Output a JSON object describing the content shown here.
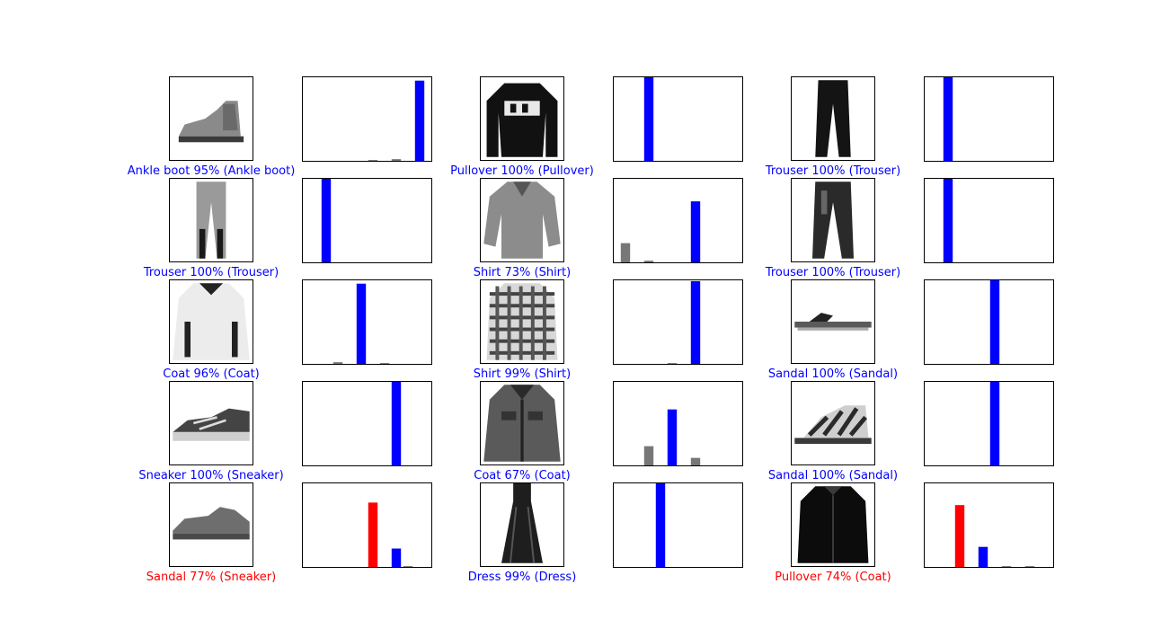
{
  "chart_data": [
    {
      "type": "bar",
      "image": "ankle-boot",
      "predicted": "Ankle boot",
      "confidence": "95%",
      "true_label": "Ankle boot",
      "correct": true,
      "values": [
        0,
        0,
        0,
        0,
        0,
        0.01,
        0,
        0.02,
        0,
        0.96
      ],
      "predicted_index": 9,
      "true_index": 9,
      "ylim": [
        0,
        1
      ]
    },
    {
      "type": "bar",
      "image": "pullover-lee",
      "predicted": "Pullover",
      "confidence": "100%",
      "true_label": "Pullover",
      "correct": true,
      "values": [
        0,
        0,
        1,
        0,
        0,
        0,
        0,
        0,
        0,
        0
      ],
      "predicted_index": 2,
      "true_index": 2,
      "ylim": [
        0,
        1
      ]
    },
    {
      "type": "bar",
      "image": "trouser",
      "predicted": "Trouser",
      "confidence": "100%",
      "true_label": "Trouser",
      "correct": true,
      "values": [
        0,
        1,
        0,
        0,
        0,
        0,
        0,
        0,
        0,
        0
      ],
      "predicted_index": 1,
      "true_index": 1,
      "ylim": [
        0,
        1
      ]
    },
    {
      "type": "bar",
      "image": "trouser-light",
      "predicted": "Trouser",
      "confidence": "100%",
      "true_label": "Trouser",
      "correct": true,
      "values": [
        0,
        1,
        0,
        0,
        0,
        0,
        0,
        0,
        0,
        0
      ],
      "predicted_index": 1,
      "true_index": 1,
      "ylim": [
        0,
        1
      ]
    },
    {
      "type": "bar",
      "image": "shirt-gray",
      "predicted": "Shirt",
      "confidence": "73%",
      "true_label": "Shirt",
      "correct": true,
      "values": [
        0.23,
        0,
        0.02,
        0,
        0,
        0,
        0.73,
        0,
        0,
        0
      ],
      "predicted_index": 6,
      "true_index": 6,
      "ylim": [
        0,
        1
      ]
    },
    {
      "type": "bar",
      "image": "trouser-dark",
      "predicted": "Trouser",
      "confidence": "100%",
      "true_label": "Trouser",
      "correct": true,
      "values": [
        0,
        1,
        0,
        0,
        0,
        0,
        0,
        0,
        0,
        0
      ],
      "predicted_index": 1,
      "true_index": 1,
      "ylim": [
        0,
        1
      ]
    },
    {
      "type": "bar",
      "image": "coat-white",
      "predicted": "Coat",
      "confidence": "96%",
      "true_label": "Coat",
      "correct": true,
      "values": [
        0,
        0,
        0.02,
        0,
        0.96,
        0,
        0.01,
        0,
        0,
        0
      ],
      "predicted_index": 4,
      "true_index": 4,
      "ylim": [
        0,
        1
      ]
    },
    {
      "type": "bar",
      "image": "shirt-plaid",
      "predicted": "Shirt",
      "confidence": "99%",
      "true_label": "Shirt",
      "correct": true,
      "values": [
        0,
        0,
        0,
        0,
        0.01,
        0,
        0.99,
        0,
        0,
        0
      ],
      "predicted_index": 6,
      "true_index": 6,
      "ylim": [
        0,
        1
      ]
    },
    {
      "type": "bar",
      "image": "sandal-flat",
      "predicted": "Sandal",
      "confidence": "100%",
      "true_label": "Sandal",
      "correct": true,
      "values": [
        0,
        0,
        0,
        0,
        0,
        1,
        0,
        0,
        0,
        0
      ],
      "predicted_index": 5,
      "true_index": 5,
      "ylim": [
        0,
        1
      ]
    },
    {
      "type": "bar",
      "image": "sneaker",
      "predicted": "Sneaker",
      "confidence": "100%",
      "true_label": "Sneaker",
      "correct": true,
      "values": [
        0,
        0,
        0,
        0,
        0,
        0,
        0,
        1,
        0,
        0
      ],
      "predicted_index": 7,
      "true_index": 7,
      "ylim": [
        0,
        1
      ]
    },
    {
      "type": "bar",
      "image": "coat-denim",
      "predicted": "Coat",
      "confidence": "67%",
      "true_label": "Coat",
      "correct": true,
      "values": [
        0,
        0,
        0.23,
        0,
        0.67,
        0,
        0.09,
        0,
        0,
        0
      ],
      "predicted_index": 4,
      "true_index": 4,
      "ylim": [
        0,
        1
      ]
    },
    {
      "type": "bar",
      "image": "sandal-strappy",
      "predicted": "Sandal",
      "confidence": "100%",
      "true_label": "Sandal",
      "correct": true,
      "values": [
        0,
        0,
        0,
        0,
        0,
        1,
        0,
        0,
        0,
        0
      ],
      "predicted_index": 5,
      "true_index": 5,
      "ylim": [
        0,
        1
      ]
    },
    {
      "type": "bar",
      "image": "sneaker-low",
      "predicted": "Sandal",
      "confidence": "77%",
      "true_label": "Sneaker",
      "correct": false,
      "values": [
        0,
        0,
        0,
        0,
        0,
        0.77,
        0,
        0.22,
        0.01,
        0
      ],
      "predicted_index": 5,
      "true_index": 7,
      "ylim": [
        0,
        1
      ]
    },
    {
      "type": "bar",
      "image": "dress",
      "predicted": "Dress",
      "confidence": "99%",
      "true_label": "Dress",
      "correct": true,
      "values": [
        0,
        0,
        0,
        1,
        0,
        0,
        0,
        0,
        0,
        0
      ],
      "predicted_index": 3,
      "true_index": 3,
      "ylim": [
        0,
        1
      ]
    },
    {
      "type": "bar",
      "image": "coat-black",
      "predicted": "Pullover",
      "confidence": "74%",
      "true_label": "Coat",
      "correct": false,
      "values": [
        0,
        0,
        0.74,
        0,
        0.24,
        0,
        0.01,
        0,
        0.01,
        0
      ],
      "predicted_index": 2,
      "true_index": 4,
      "ylim": [
        0,
        1
      ]
    }
  ],
  "colors": {
    "correct": "#0000ff",
    "incorrect": "#ff0000",
    "other_bar": "#777777"
  }
}
